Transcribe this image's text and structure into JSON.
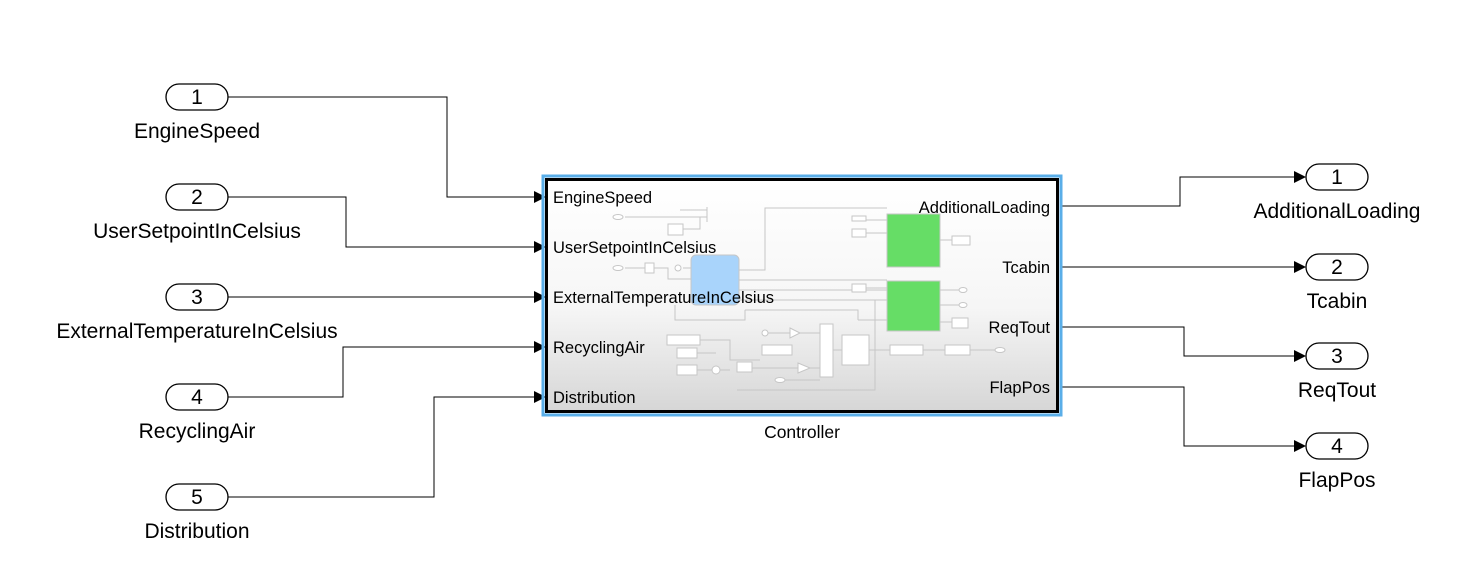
{
  "inports": [
    {
      "number": "1",
      "label": "EngineSpeed"
    },
    {
      "number": "2",
      "label": "UserSetpointInCelsius"
    },
    {
      "number": "3",
      "label": "ExternalTemperatureInCelsius"
    },
    {
      "number": "4",
      "label": "RecyclingAir"
    },
    {
      "number": "5",
      "label": "Distribution"
    }
  ],
  "outports": [
    {
      "number": "1",
      "label": "AdditionalLoading"
    },
    {
      "number": "2",
      "label": "Tcabin"
    },
    {
      "number": "3",
      "label": "ReqTout"
    },
    {
      "number": "4",
      "label": "FlapPos"
    }
  ],
  "subsystem": {
    "name": "Controller",
    "input_ports": [
      "EngineSpeed",
      "UserSetpointInCelsius",
      "ExternalTemperatureInCelsius",
      "RecyclingAir",
      "Distribution"
    ],
    "output_ports": [
      "AdditionalLoading",
      "Tcabin",
      "ReqTout",
      "FlapPos"
    ],
    "selection_color": "#5aaee8",
    "chart_color": "#a9d4fb",
    "block_color": "#66dd66"
  }
}
